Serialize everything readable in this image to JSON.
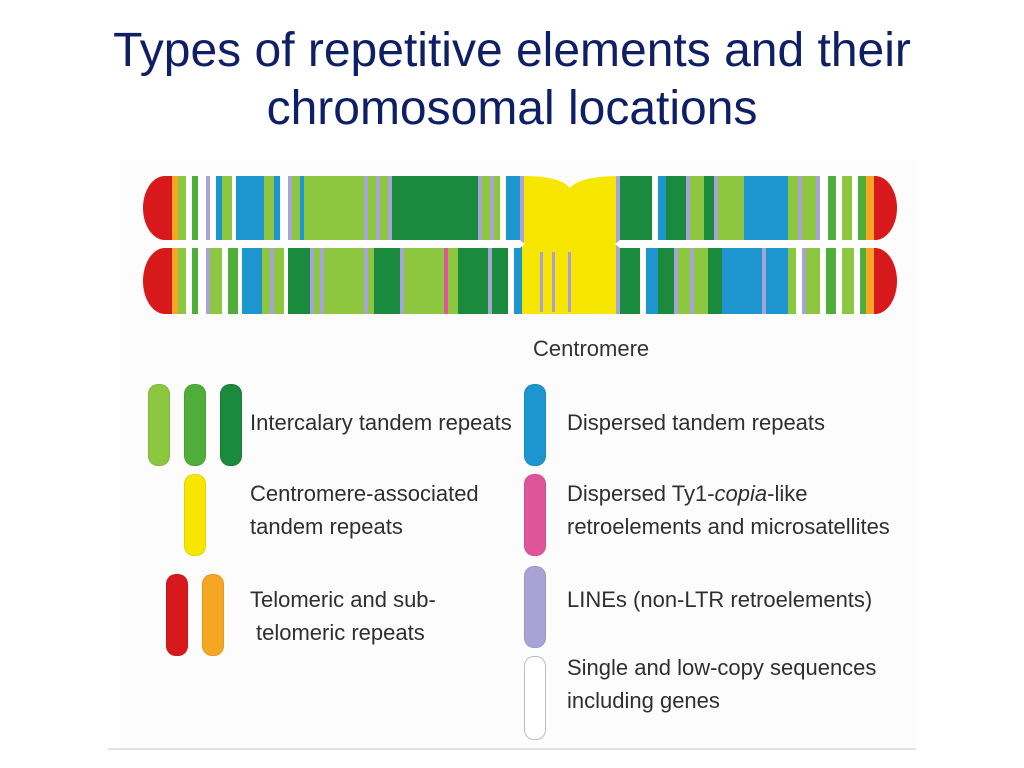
{
  "title": {
    "line1": "Types of repetitive elements and their",
    "line2": "chromosomal locations"
  },
  "diagram": {
    "centromere_label": "Centromere"
  },
  "legend": {
    "intercalary": "Intercalary tandem repeats",
    "centromere_associated": {
      "line1": "Centromere-associated",
      "line2": "tandem repeats"
    },
    "telomeric": {
      "line1": "Telomeric and sub-",
      "line2": "telomeric repeats"
    },
    "dispersed_tandem": "Dispersed tandem repeats",
    "ty1": {
      "line1_pre": "Dispersed Ty1-",
      "line1_italic": "copia",
      "line1_post": "-like",
      "line2": "retroelements and microsatellites"
    },
    "lines": "LINEs (non-LTR retroelements)",
    "single_copy": {
      "line1": "Single and low-copy sequences",
      "line2": "including genes"
    }
  },
  "colors": {
    "title": "#0f1f66",
    "light_green": "#8dc63f",
    "mid_green": "#4fae3a",
    "dark_green": "#1a8a3c",
    "yellow": "#f7e600",
    "red": "#d7191c",
    "orange": "#f5a623",
    "blue": "#1d95cf",
    "pink": "#e0559a",
    "lavender": "#a7a3d6",
    "white": "#ffffff"
  }
}
